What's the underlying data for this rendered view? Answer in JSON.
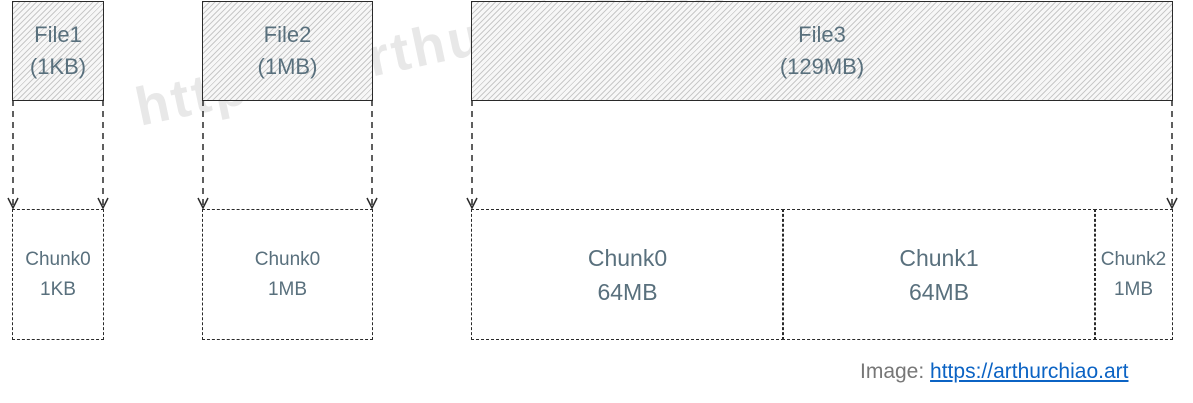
{
  "watermark": "https://arthurchiao.art",
  "files": [
    {
      "name": "File1",
      "size": "(1KB)"
    },
    {
      "name": "File2",
      "size": "(1MB)"
    },
    {
      "name": "File3",
      "size": "(129MB)"
    }
  ],
  "chunks": [
    {
      "name": "Chunk0",
      "size": "1KB"
    },
    {
      "name": "Chunk0",
      "size": "1MB"
    },
    {
      "name": "Chunk0",
      "size": "64MB"
    },
    {
      "name": "Chunk1",
      "size": "64MB"
    },
    {
      "name": "Chunk2",
      "size": "1MB"
    }
  ],
  "credit": {
    "prefix": "Image: ",
    "link": "https://arthurchiao.art"
  }
}
